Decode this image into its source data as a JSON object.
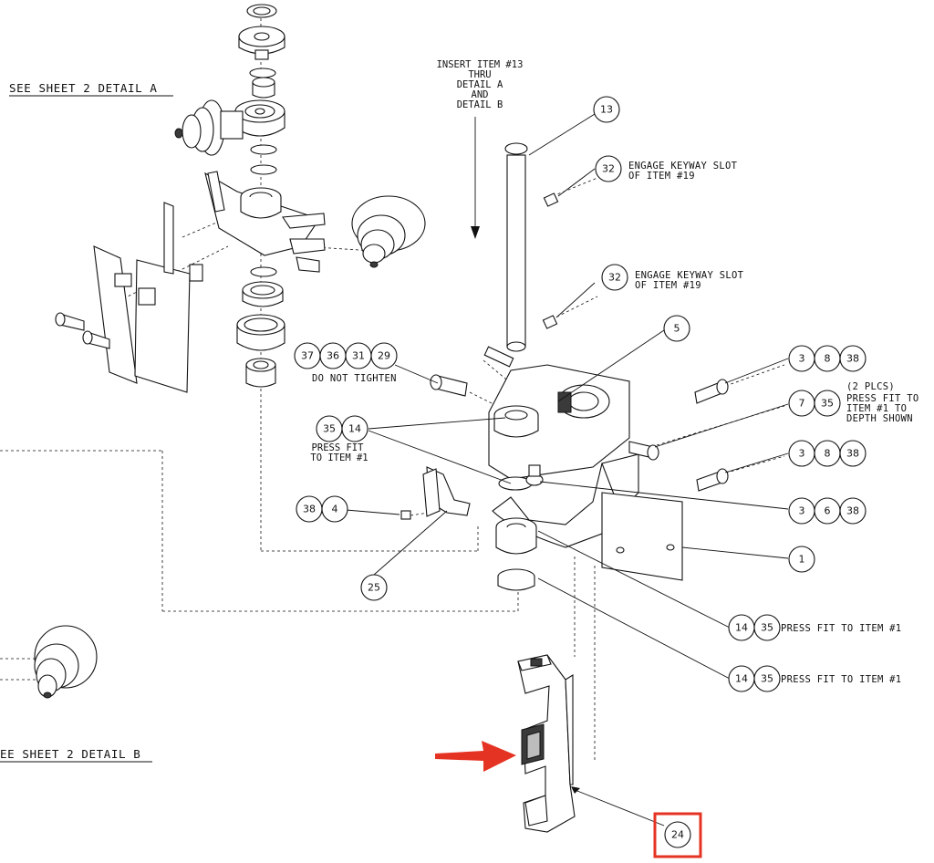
{
  "labels": {
    "detail_a_ref": "SEE SHEET 2 DETAIL A",
    "detail_b_ref": "EE SHEET 2 DETAIL B",
    "insert_note": [
      "INSERT ITEM #13",
      "THRU",
      "DETAIL A",
      "AND",
      "DETAIL B"
    ],
    "engage_keyway_1": [
      "ENGAGE KEYWAY SLOT",
      "OF ITEM #19"
    ],
    "engage_keyway_2": [
      "ENGAGE KEYWAY SLOT",
      "OF ITEM #19"
    ],
    "do_not_tighten": "DO NOT TIGHTEN",
    "press_fit_item1_short": [
      "PRESS FIT",
      "TO ITEM #1"
    ],
    "two_plcs_note": [
      "(2 PLCS)",
      "PRESS FIT TO",
      "ITEM #1 TO",
      "DEPTH SHOWN"
    ],
    "press_fit_item1_a": "PRESS FIT TO ITEM #1",
    "press_fit_item1_b": "PRESS FIT TO ITEM #1"
  },
  "balloons": {
    "b13": "13",
    "b32a": "32",
    "b32b": "32",
    "b5": "5",
    "b37": "37",
    "b36": "36",
    "b31": "31",
    "b29": "29",
    "b3a": "3",
    "b8a": "8",
    "b38a": "38",
    "b7": "7",
    "b35c": "35",
    "b35a": "35",
    "b14a": "14",
    "b3b": "3",
    "b8b": "8",
    "b38b": "38",
    "b38c": "38",
    "b4": "4",
    "b3c": "3",
    "b6": "6",
    "b38d": "38",
    "b1": "1",
    "b25": "25",
    "b14b": "14",
    "b35d": "35",
    "b14c": "14",
    "b35e": "35",
    "b24": "24"
  },
  "highlight": {
    "color": "#e53323",
    "target_item": "24"
  }
}
